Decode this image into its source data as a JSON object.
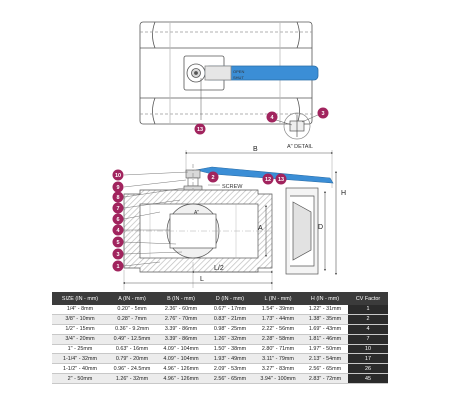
{
  "drawing": {
    "handle_text_top": "OPEN",
    "handle_text_bottom": "SHUT",
    "labels": {
      "screw": "SCREW",
      "a_detail": "A\" DETAIL",
      "a_marker": "A\"",
      "dim_b": "B",
      "dim_h": "H",
      "dim_a": "A",
      "dim_d": "D",
      "dim_l2": "L/2",
      "dim_l": "L"
    },
    "callouts": {
      "top_view": "13",
      "detail_left": "4",
      "detail_right": "3",
      "handle_left": "12",
      "handle_right": "13",
      "nut": "2",
      "left_stack": [
        "10",
        "9",
        "8",
        "7",
        "6",
        "4",
        "5",
        "3",
        "1"
      ]
    },
    "colors": {
      "handle": "#3b8ed6",
      "badge": "#a1245e",
      "line": "#555555"
    }
  },
  "table": {
    "headers": [
      "SIZE (IN - mm)",
      "A (IN - mm)",
      "B (IN - mm)",
      "D (IN - mm)",
      "L (IN - mm)",
      "H (IN - mm)",
      "CV Factor"
    ],
    "rows": [
      [
        "1/4\" - 8mm",
        "0.20\" - 5mm",
        "2.36\" - 60mm",
        "0.67\" - 17mm",
        "1.54\" - 39mm",
        "1.22\" - 31mm",
        "1"
      ],
      [
        "3/8\" - 10mm",
        "0.28\" - 7mm",
        "2.76\" - 70mm",
        "0.83\" - 21mm",
        "1.73\" - 44mm",
        "1.38\" - 35mm",
        "2"
      ],
      [
        "1/2\" - 15mm",
        "0.36\" - 9.2mm",
        "3.39\" - 86mm",
        "0.98\" - 25mm",
        "2.22\" - 56mm",
        "1.69\" - 43mm",
        "4"
      ],
      [
        "3/4\" - 20mm",
        "0.49\" - 12.5mm",
        "3.39\" - 86mm",
        "1.26\" - 32mm",
        "2.28\" - 58mm",
        "1.81\" - 46mm",
        "7"
      ],
      [
        "1\" - 25mm",
        "0.63\" - 16mm",
        "4.09\" - 104mm",
        "1.50\" - 38mm",
        "2.80\" - 71mm",
        "1.97\" - 50mm",
        "10"
      ],
      [
        "1-1/4\" - 32mm",
        "0.79\" - 20mm",
        "4.09\" - 104mm",
        "1.93\" - 49mm",
        "3.11\" - 79mm",
        "2.13\" - 54mm",
        "17"
      ],
      [
        "1-1/2\" - 40mm",
        "0.96\" - 24.5mm",
        "4.96\" - 126mm",
        "2.09\" - 53mm",
        "3.27\" - 83mm",
        "2.56\" - 65mm",
        "26"
      ],
      [
        "2\" - 50mm",
        "1.26\" - 32mm",
        "4.96\" - 126mm",
        "2.56\" - 65mm",
        "3.94\" - 100mm",
        "2.83\" - 72mm",
        "45"
      ]
    ]
  }
}
